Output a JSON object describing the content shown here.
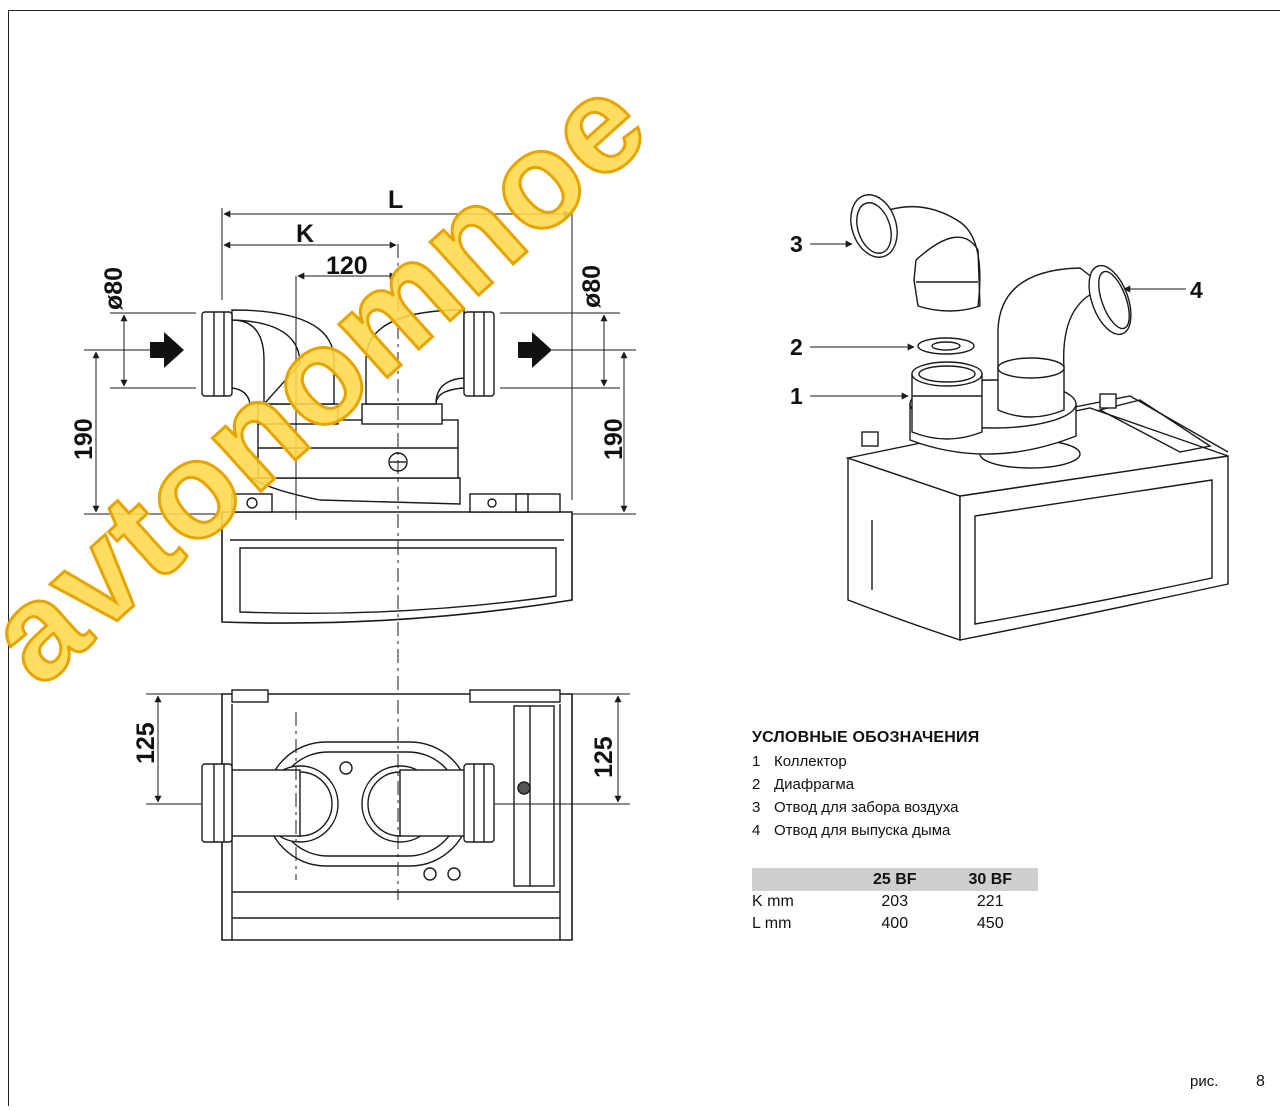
{
  "dimensions": {
    "L": "L",
    "K": "K",
    "d120": "120",
    "dia_left": "ø80",
    "dia_right": "ø80",
    "h190_left": "190",
    "h190_right": "190",
    "h125_left": "125",
    "h125_right": "125"
  },
  "callouts": {
    "c1": "1",
    "c2": "2",
    "c3": "3",
    "c4": "4"
  },
  "watermark": "avtonomnoe",
  "legend": {
    "title": "УСЛОВНЫЕ ОБОЗНАЧЕНИЯ",
    "items": [
      {
        "num": "1",
        "label": "Коллектор"
      },
      {
        "num": "2",
        "label": "Диафрагма"
      },
      {
        "num": "3",
        "label": "Отвод для забора воздуха"
      },
      {
        "num": "4",
        "label": "Отвод для выпуска дыма"
      }
    ]
  },
  "spec_table": {
    "headers": [
      "",
      "25 BF",
      "30 BF"
    ],
    "rows": [
      [
        "K mm",
        "203",
        "221"
      ],
      [
        "L mm",
        "400",
        "450"
      ]
    ]
  },
  "figure": {
    "label": "рис.",
    "number": "8"
  },
  "colors": {
    "line": "#1a1a1a",
    "watermark_fill": "#ffd84a",
    "watermark_stroke": "#e6a400",
    "table_header": "#cfcfcf"
  }
}
